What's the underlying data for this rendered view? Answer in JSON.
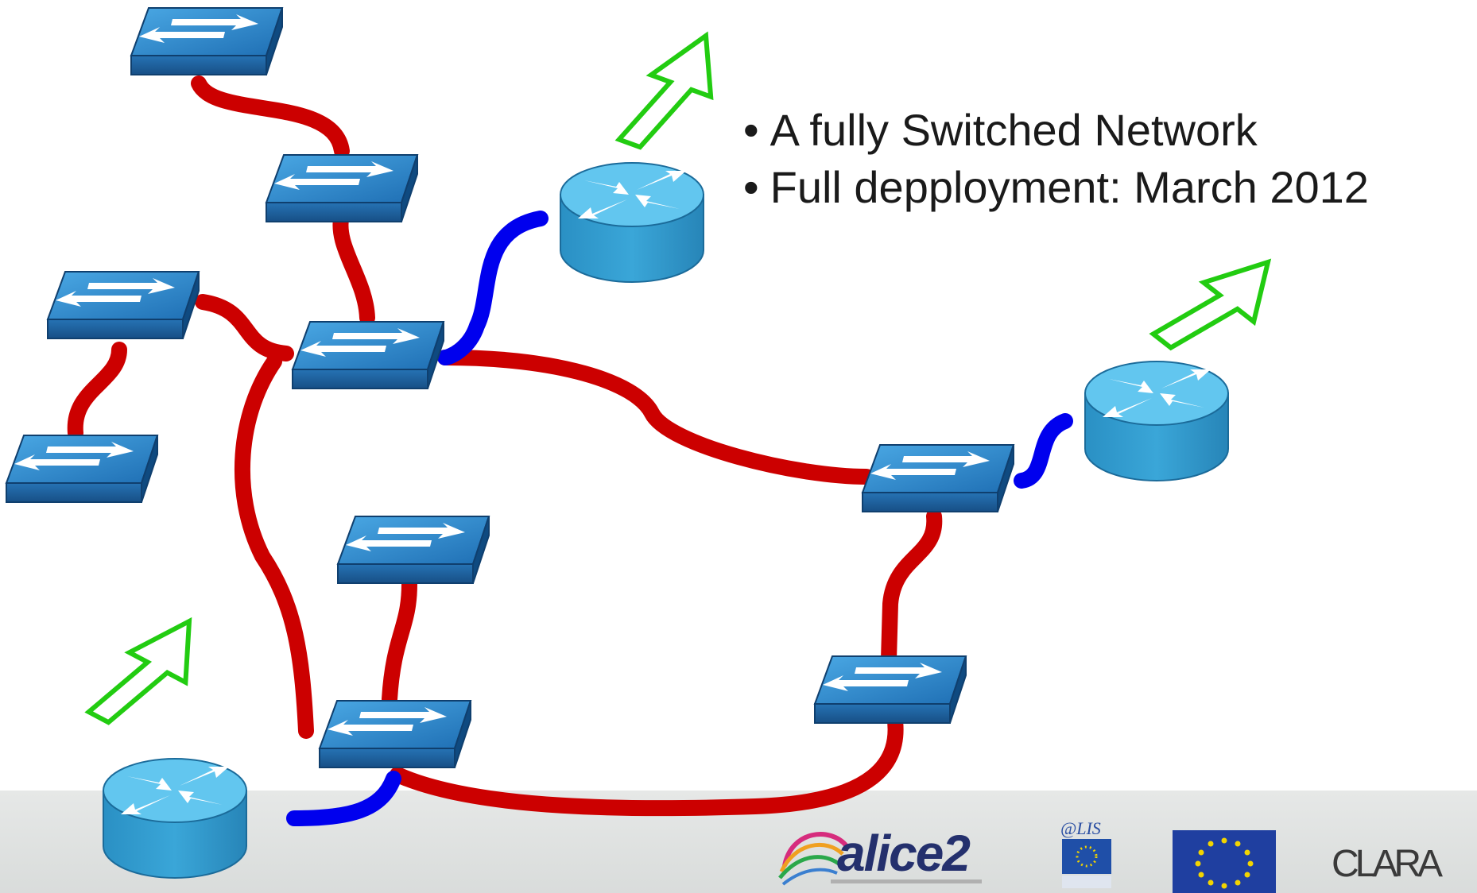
{
  "slide": {
    "bullets": [
      "A fully Switched Network",
      "Full depployment: March 2012"
    ]
  },
  "logos": {
    "alice2": "alice2",
    "alis": "@LIS",
    "clara": "CLARA"
  },
  "colors": {
    "switch_link": "#cc0000",
    "router_link": "#0000ee",
    "uplink_arrow": "#22cc11",
    "device_blue": "#2e7fc1",
    "router_top": "#5cc3ee"
  }
}
